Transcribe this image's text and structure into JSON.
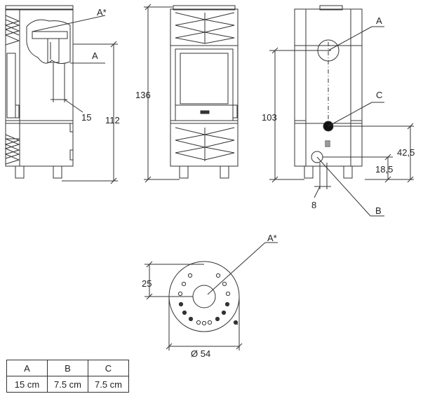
{
  "labels": {
    "side_a_star": "A*",
    "side_a": "A",
    "side_15": "15",
    "side_112": "112",
    "front_136": "136",
    "back_a": "A",
    "back_c": "C",
    "back_103": "103",
    "back_425": "42,5",
    "back_185": "18,5",
    "back_8": "8",
    "back_b": "B",
    "top_a_star": "A*",
    "top_25": "25",
    "top_diam": "Ø 54"
  },
  "table": {
    "headers": [
      "A",
      "B",
      "C"
    ],
    "values": [
      "15 cm",
      "7.5 cm",
      "7.5 cm"
    ]
  }
}
